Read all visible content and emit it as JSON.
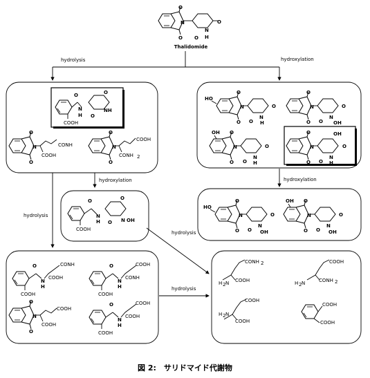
{
  "caption": "図 2:　サリドマイド代謝物",
  "top_label": "Thalidomide",
  "arrows": {
    "left_hydrolysis": "hydrolysis",
    "right_hydroxylation": "hydroxylation",
    "mid_hydroxylation": "hydroxylation",
    "right_hydroxylation_2": "hydroxylation",
    "side_hydrolysis": "hydrolysis",
    "diag_hydrolysis": "hydrolysis",
    "bottom_hydrolysis": "hydrolysis"
  },
  "atoms": {
    "O": "O",
    "N": "N",
    "H": "H",
    "NH": "NH",
    "HO": "HO",
    "OH": "OH",
    "COOH": "COOH",
    "CONH2": "CONH",
    "NH2_sub": "2",
    "H2N": "H",
    "H2N_tail": "N"
  }
}
